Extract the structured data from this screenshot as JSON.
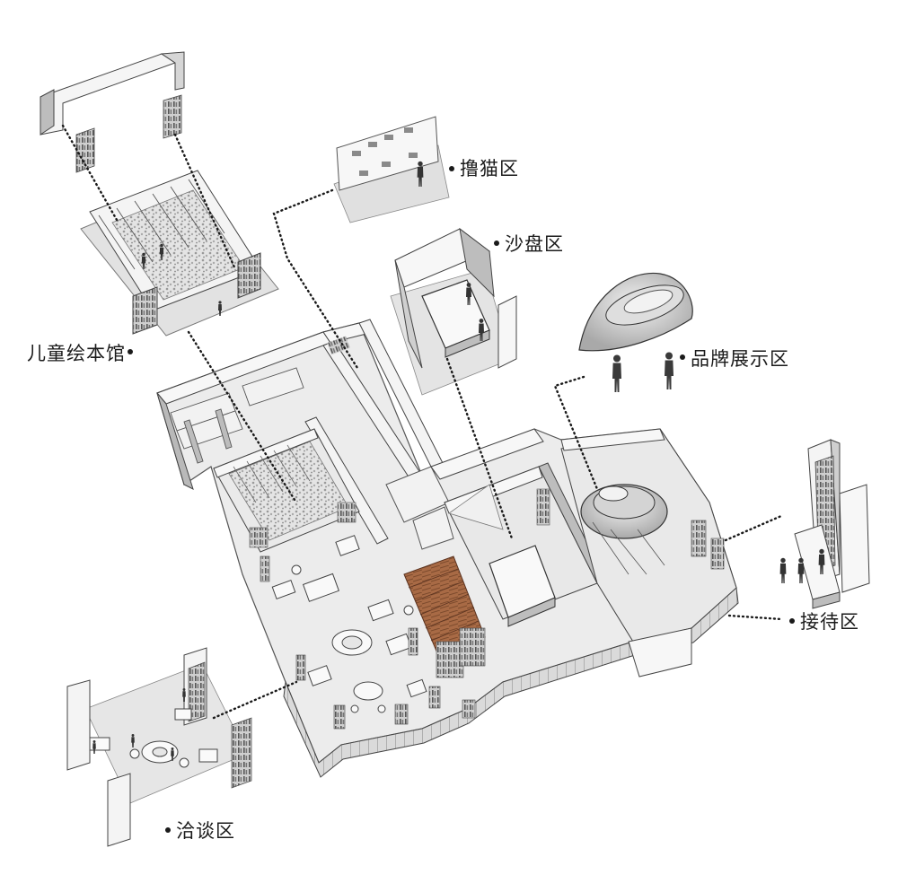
{
  "labels": {
    "cat_zone": "撸猫区",
    "sand_table": "沙盘区",
    "brand_display": "品牌展示区",
    "children_library": "儿童绘本馆",
    "reception": "接待区",
    "negotiation": "洽谈区"
  },
  "colors": {
    "floor": "#ececec",
    "wall_top": "#f7f7f7",
    "wall_side": "#b9b9b9",
    "wall_front": "#d2d2d2",
    "line": "#3a3a3a",
    "stair_wood": "#a86a45",
    "leader": "#1a1a1a"
  }
}
